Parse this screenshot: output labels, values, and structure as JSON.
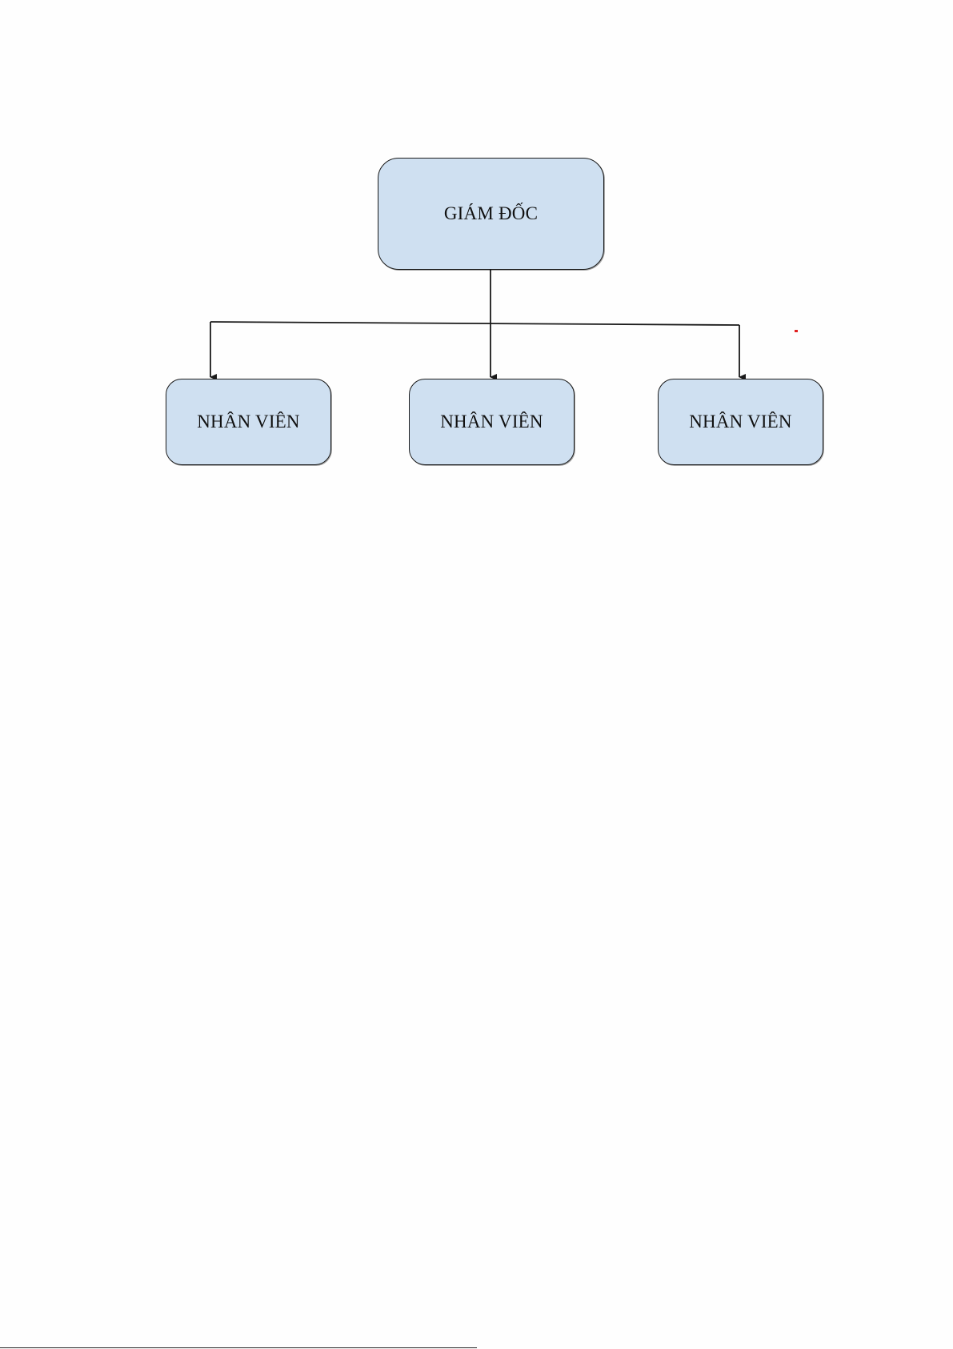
{
  "diagram": {
    "root": {
      "label": "GIÁM ĐỐC"
    },
    "children": [
      {
        "label": "NHÂN VIÊN"
      },
      {
        "label": "NHÂN VIÊN"
      },
      {
        "label": "NHÂN VIÊN"
      }
    ],
    "colors": {
      "node_fill": "#cfe0f1",
      "node_border": "#1a1a1a",
      "connector": "#1a1a1a",
      "stray_mark": "#e02020"
    }
  }
}
